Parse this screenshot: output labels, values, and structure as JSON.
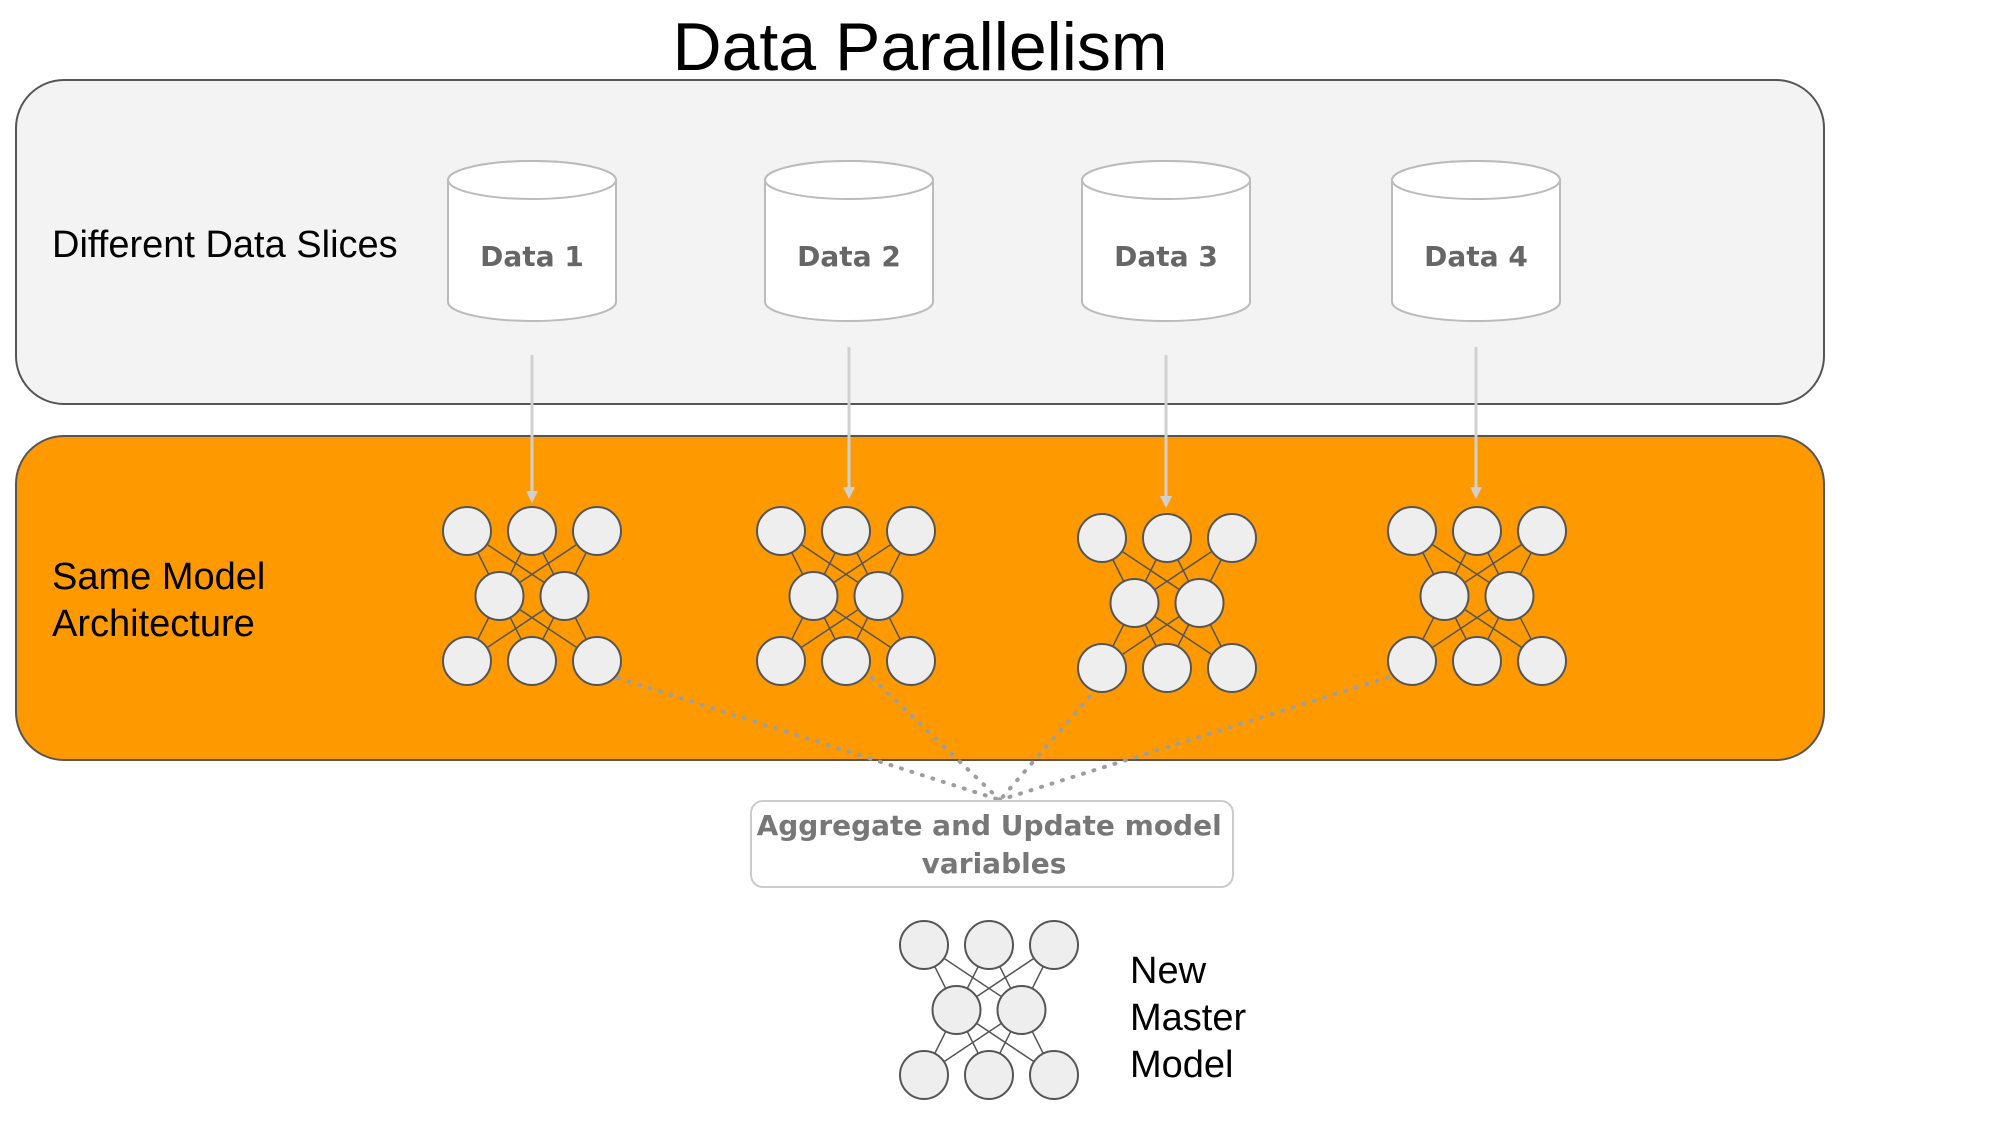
{
  "title": "Data Parallelism",
  "top_panel": {
    "label": "Different Data Slices",
    "databases": [
      {
        "label": "Data 1"
      },
      {
        "label": "Data 2"
      },
      {
        "label": "Data 3"
      },
      {
        "label": "Data 4"
      }
    ]
  },
  "middle_panel": {
    "label_line1": "Same Model",
    "label_line2": "Architecture"
  },
  "aggregate_box": {
    "line1": "Aggregate and Update model",
    "line2": "variables"
  },
  "master": {
    "line1": "New",
    "line2": "Master",
    "line3": "Model"
  },
  "colors": {
    "top_panel_fill": "#f3f3f3",
    "middle_panel_fill": "#ff9900",
    "node_fill": "#eeeeee",
    "node_stroke": "#555555",
    "arrow": "#d0d0d0",
    "dotted": "#9e9e9e"
  }
}
